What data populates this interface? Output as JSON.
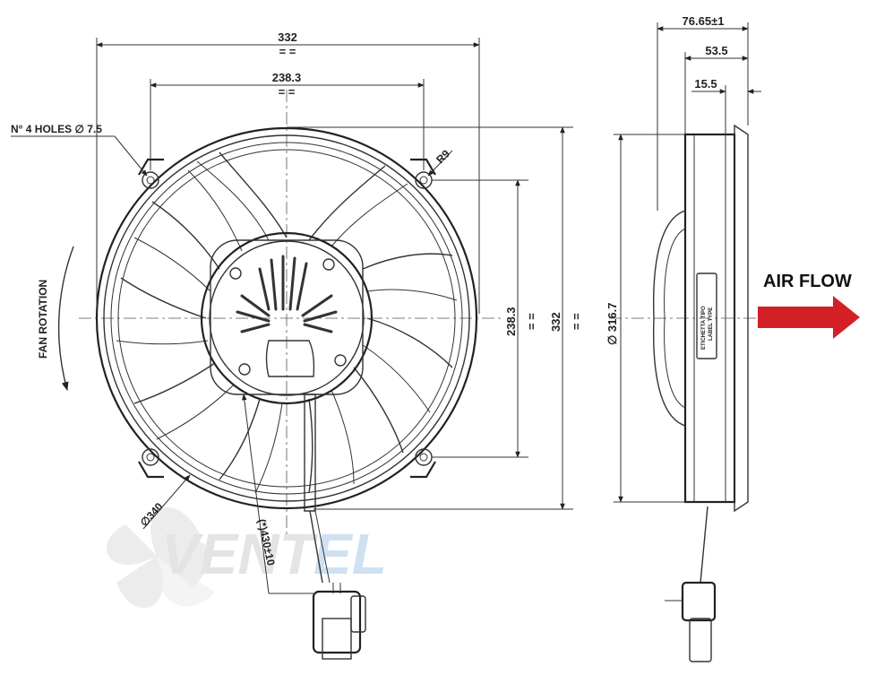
{
  "front_view": {
    "overall_width": "332",
    "hole_spacing": "238.3",
    "equal_marks": "= =",
    "holes_label": "N° 4 HOLES ∅ 7.5",
    "radius_label": "R9",
    "vertical_hole_spacing": "238.3",
    "overall_height": "332",
    "outer_diameter": "∅340",
    "rotation_label": "FAN ROTATION",
    "cable_length": "(*)430±10"
  },
  "side_view": {
    "total_depth": "76.65±1",
    "body_depth": "53.5",
    "front_depth": "15.5",
    "diameter": "∅ 316.7",
    "label_text_line1": "ETICHETTA TIPO",
    "label_text_line2": "LABEL TYPE"
  },
  "airflow": {
    "label": "AIR FLOW",
    "arrow_color": "#d32027"
  },
  "watermark": {
    "text_part1": "VENT",
    "text_part2": "EL",
    "color1": "#e6e6e6",
    "color2": "#cfe1f1"
  }
}
